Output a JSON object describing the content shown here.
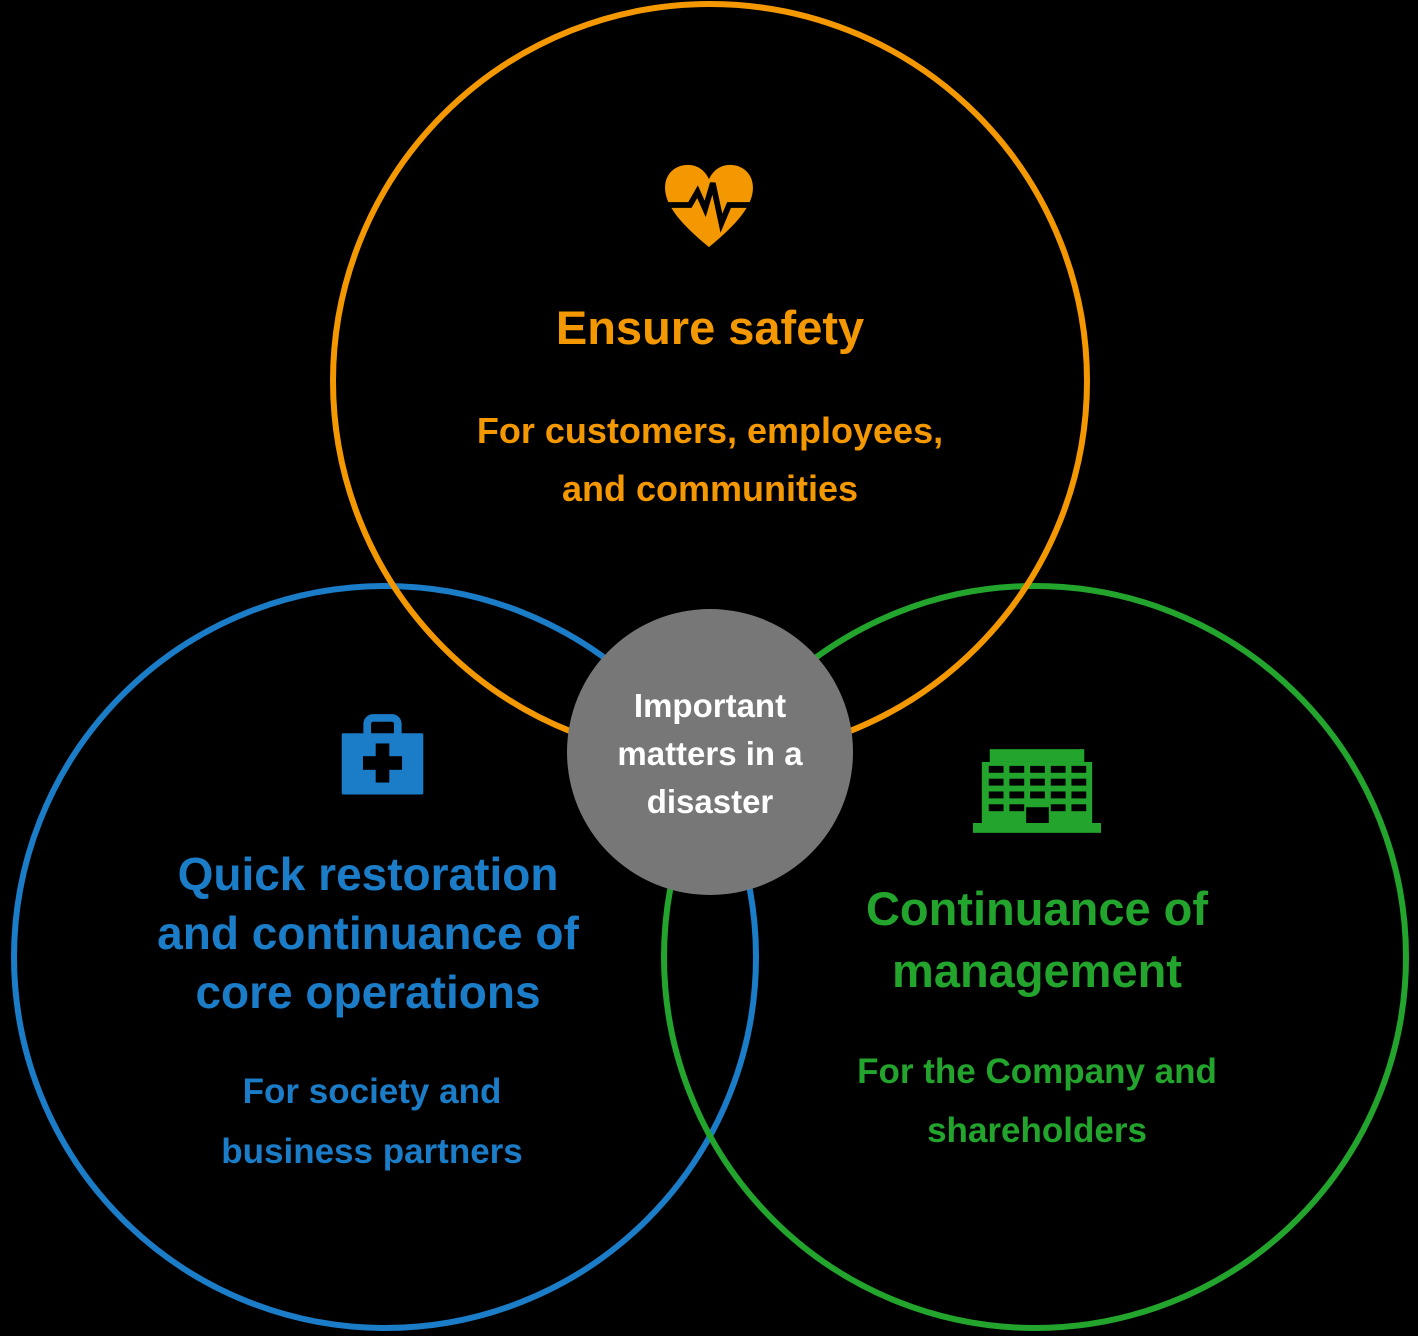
{
  "colors": {
    "safety": "#F39800",
    "operations": "#1B7CC8",
    "management": "#22A42D",
    "center_circle": "#777777",
    "center_text": "#FFFFFF",
    "background": "#000000"
  },
  "center": {
    "label": "Important\nmatters in a\ndisaster"
  },
  "safety": {
    "icon": "heart-pulse-icon",
    "title": "Ensure safety",
    "subtitle": "For customers, employees,\nand communities"
  },
  "operations": {
    "icon": "first-aid-kit-icon",
    "title": "Quick restoration\nand continuance of\ncore operations",
    "subtitle": "For society and\nbusiness partners"
  },
  "management": {
    "icon": "office-building-icon",
    "title": "Continuance of\nmanagement",
    "subtitle": "For the Company and\nshareholders"
  }
}
